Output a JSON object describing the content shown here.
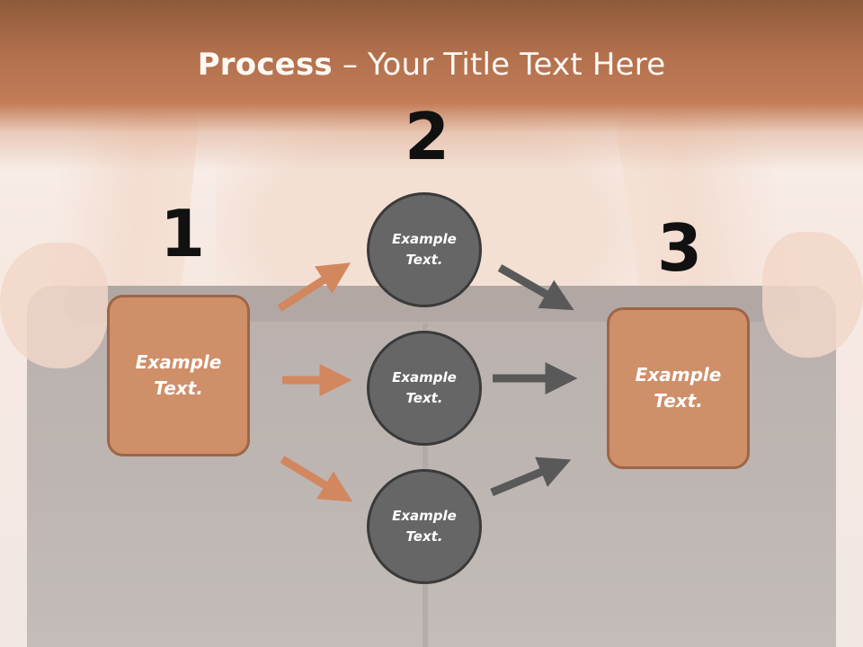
{
  "slide": {
    "title_bold": "Process",
    "title_rest": " – Your Title Text Here"
  },
  "steps": {
    "one": "1",
    "two": "2",
    "three": "3"
  },
  "left_box": {
    "text": "Example Text."
  },
  "right_box": {
    "text": "Example Text."
  },
  "circles": [
    {
      "text": "Example Text."
    },
    {
      "text": "Example Text."
    },
    {
      "text": "Example Text."
    }
  ],
  "colors": {
    "title_band": "#b06f4c",
    "box_fill": "#cf8f69",
    "box_border": "#9f6546",
    "circle_fill": "#666666",
    "circle_border": "#3a3a3a",
    "arrow_orange": "#d2875e",
    "arrow_gray": "#595959"
  }
}
